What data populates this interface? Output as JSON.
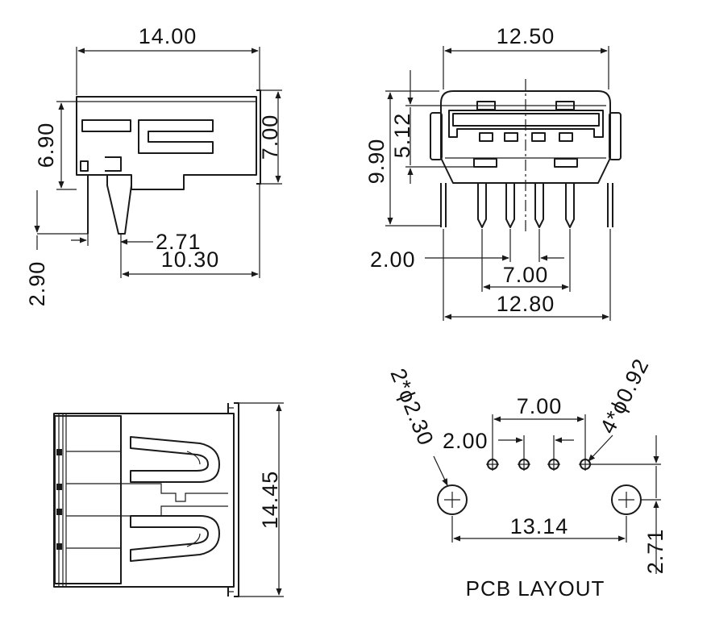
{
  "views": {
    "side": {
      "length_top": "14.00",
      "height_body": "6.90",
      "height_right": "7.00",
      "pin_depth": "2.90",
      "pin_offset": "2.71",
      "pin_span": "10.30"
    },
    "front": {
      "width_top": "12.50",
      "height_total": "9.90",
      "height_port": "5.12",
      "pin_pitch": "2.00",
      "pin_outer": "7.00",
      "leg_span": "12.80"
    },
    "top": {
      "depth": "14.45"
    },
    "pcb": {
      "mount_hole": "2*ϕ2.30",
      "pin_hole": "4*ϕ0.92",
      "pin_outer": "7.00",
      "pin_pitch": "2.00",
      "hole_span": "13.14",
      "hole_offset": "2.71",
      "title": "PCB LAYOUT"
    }
  },
  "colors": {
    "line": "#1a1a1a",
    "background": "#ffffff"
  }
}
